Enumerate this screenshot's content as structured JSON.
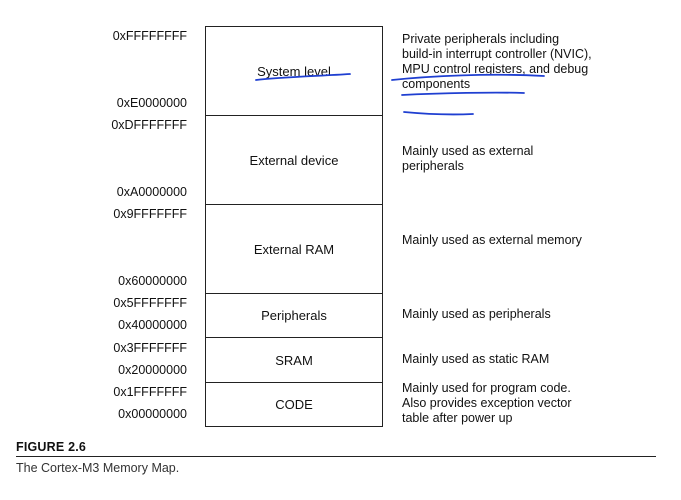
{
  "regions": [
    {
      "label": "System level",
      "start": "0xE0000000",
      "end": "0xFFFFFFFF",
      "desc": "Private peripherals including build-in interrupt controller (NVIC), MPU control registers, and debug components"
    },
    {
      "label": "External device",
      "start": "0xA0000000",
      "end": "0xDFFFFFFF",
      "desc": "Mainly used as external peripherals"
    },
    {
      "label": "External RAM",
      "start": "0x60000000",
      "end": "0x9FFFFFFF",
      "desc": "Mainly used as external memory"
    },
    {
      "label": "Peripherals",
      "start": "0x40000000",
      "end": "0x5FFFFFFF",
      "desc": "Mainly used as peripherals"
    },
    {
      "label": "SRAM",
      "start": "0x20000000",
      "end": "0x3FFFFFFF",
      "desc": "Mainly used as static RAM"
    },
    {
      "label": "CODE",
      "start": "0x00000000",
      "end": "0x1FFFFFFF",
      "desc": "Mainly used for program code. Also provides exception vector table after power up"
    }
  ],
  "figure": {
    "title": "FIGURE 2.6",
    "caption": "The Cortex-M3 Memory Map."
  },
  "colors": {
    "ink": "#1f3fd1",
    "border": "#222222"
  }
}
